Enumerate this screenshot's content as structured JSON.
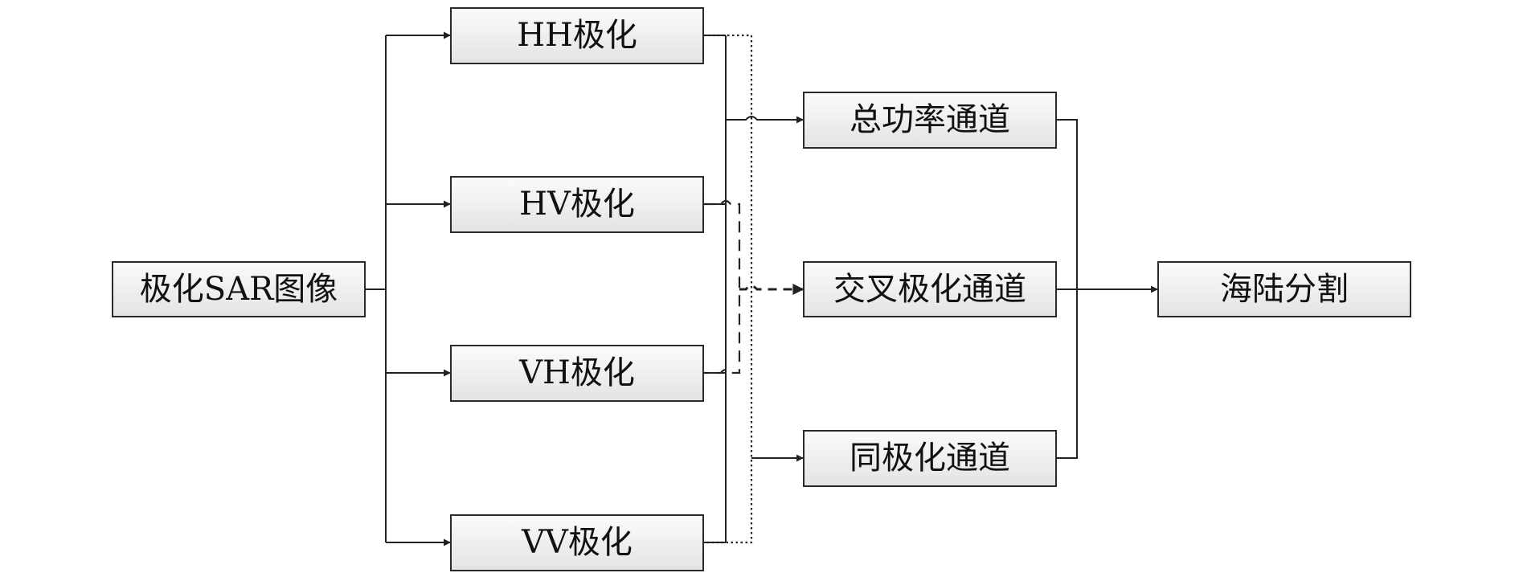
{
  "nodes": {
    "input": "极化SAR图像",
    "hh": "HH极化",
    "hv": "HV极化",
    "vh": "VH极化",
    "vv": "VV极化",
    "total_power": "总功率通道",
    "cross_pol": "交叉极化通道",
    "co_pol": "同极化通道",
    "output": "海陆分割"
  }
}
